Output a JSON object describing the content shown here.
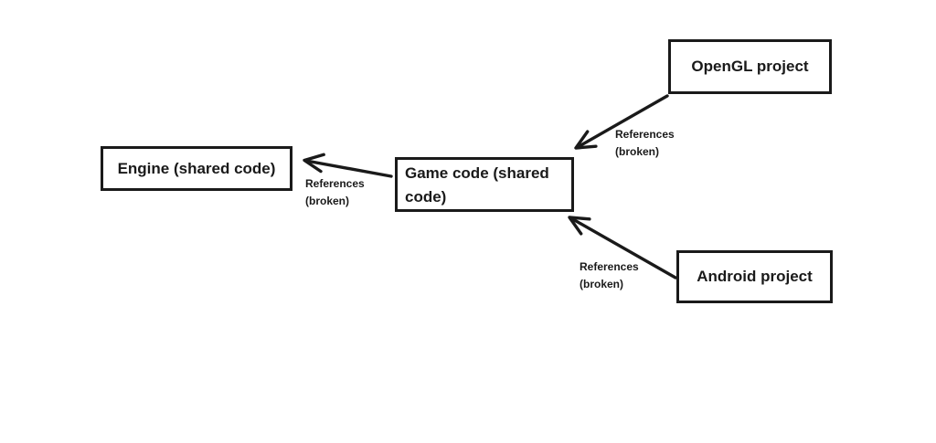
{
  "diagram": {
    "colors": {
      "ink": "#1a1a1a",
      "background": "#ffffff"
    },
    "nodes": {
      "engine": {
        "label": "Engine (shared code)"
      },
      "game": {
        "label": "Game code (shared code)"
      },
      "opengl": {
        "label": "OpenGL project"
      },
      "android": {
        "label": "Android project"
      }
    },
    "edges": {
      "game_to_engine": {
        "line1": "References",
        "line2": "(broken)"
      },
      "opengl_to_game": {
        "line1": "References",
        "line2": "(broken)"
      },
      "android_to_game": {
        "line1": "References",
        "line2": "(broken)"
      }
    }
  }
}
